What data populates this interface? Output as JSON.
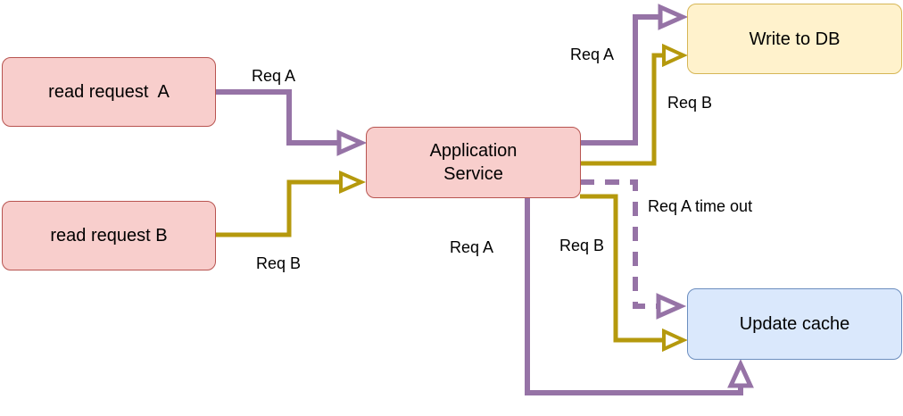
{
  "nodes": {
    "read_a": "read request  A",
    "read_b": "read request B",
    "app_service_line1": "Application",
    "app_service_line2": "Service",
    "write_db": "Write to DB",
    "update_cache": "Update cache"
  },
  "labels": {
    "req_a_in": "Req A",
    "req_b_in": "Req B",
    "req_a_db": "Req A",
    "req_b_db": "Req B",
    "req_a_timeout": "Req A time out",
    "req_b_cache": "Req B",
    "req_a_cache": "Req A"
  },
  "colors": {
    "req_a": "#9673a6",
    "req_b": "#b5990d"
  }
}
